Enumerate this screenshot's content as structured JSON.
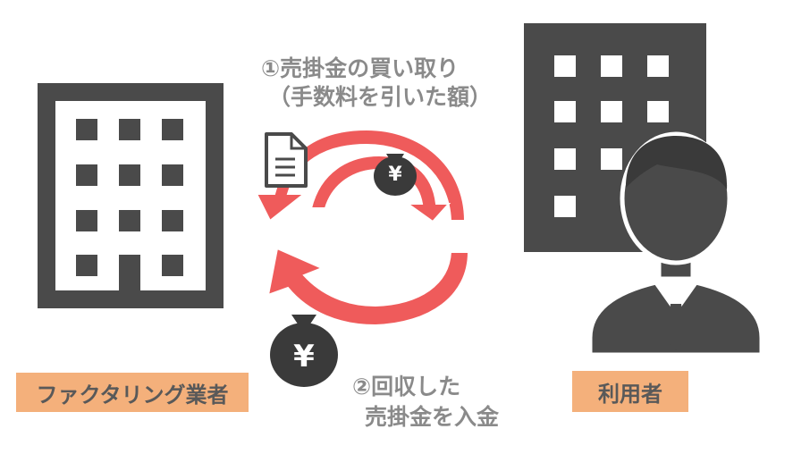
{
  "step1": {
    "line1": "①売掛金の買い取り",
    "line2": "（手数料を引いた額）"
  },
  "step2": {
    "line1": "②回収した",
    "line2": "売掛金を入金"
  },
  "labels": {
    "factoring": "ファクタリング業者",
    "user": "利用者"
  },
  "symbols": {
    "yen": "¥"
  },
  "colors": {
    "arrow": "#ef5b5b",
    "arrow_outline": "#ffffff",
    "building": "#4a4a4a",
    "label_bg": "#f4b07b",
    "text": "#8a8a8a"
  },
  "icons": [
    "building-icon",
    "document-icon",
    "money-bag-icon",
    "office-building-icon",
    "businessman-icon"
  ]
}
